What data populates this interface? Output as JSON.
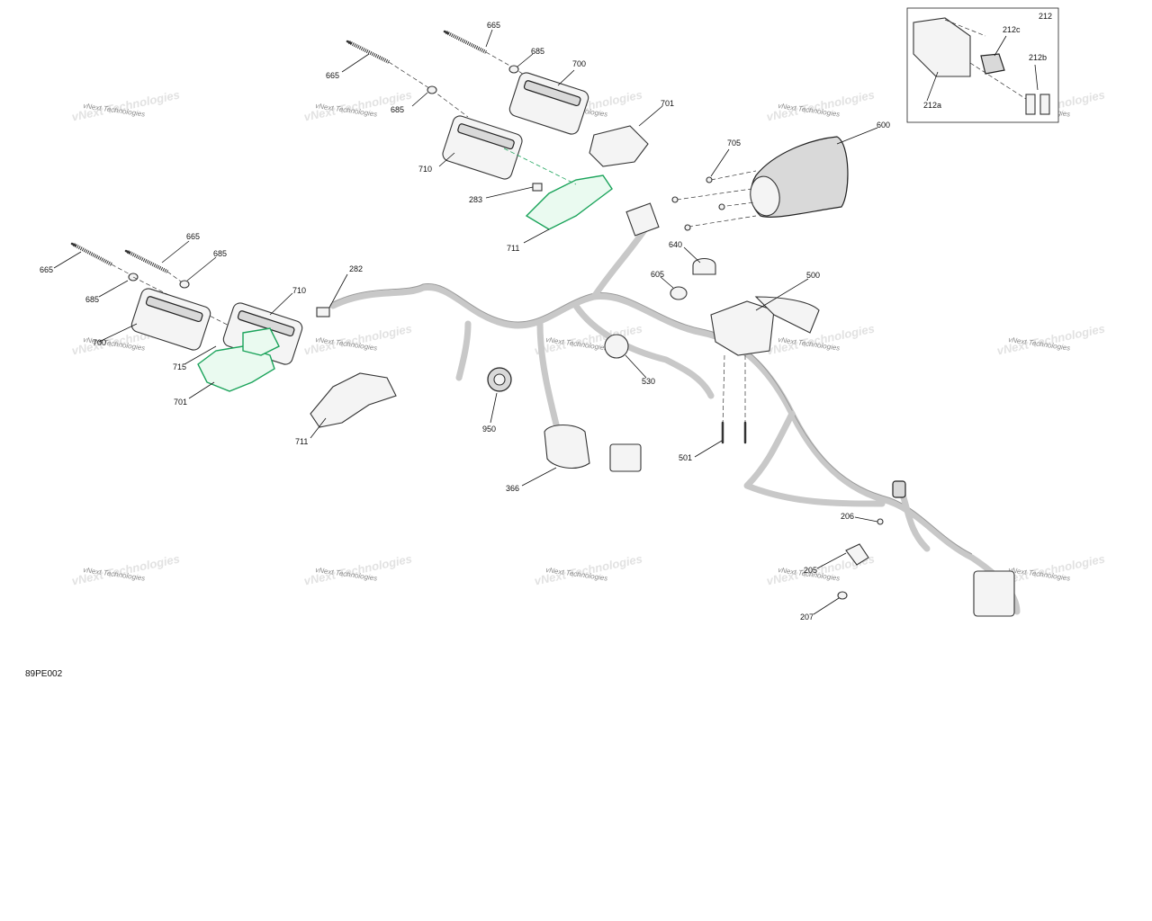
{
  "diagram": {
    "reference_code": "89PE002",
    "watermark": "vNext Technologies",
    "inset_label": "212",
    "part_labels": [
      {
        "id": "212",
        "text": "212"
      },
      {
        "id": "212c",
        "text": "212c"
      },
      {
        "id": "212b",
        "text": "212b"
      },
      {
        "id": "212a",
        "text": "212a"
      },
      {
        "id": "665a",
        "text": "665"
      },
      {
        "id": "665b",
        "text": "665"
      },
      {
        "id": "685a",
        "text": "685"
      },
      {
        "id": "685b",
        "text": "685"
      },
      {
        "id": "700a",
        "text": "700"
      },
      {
        "id": "701a",
        "text": "701"
      },
      {
        "id": "710a",
        "text": "710"
      },
      {
        "id": "283",
        "text": "283"
      },
      {
        "id": "711a",
        "text": "711"
      },
      {
        "id": "705",
        "text": "705"
      },
      {
        "id": "600",
        "text": "600"
      },
      {
        "id": "640",
        "text": "640"
      },
      {
        "id": "605",
        "text": "605"
      },
      {
        "id": "500",
        "text": "500"
      },
      {
        "id": "665c",
        "text": "665"
      },
      {
        "id": "665d",
        "text": "665"
      },
      {
        "id": "685c",
        "text": "685"
      },
      {
        "id": "685d",
        "text": "685"
      },
      {
        "id": "282",
        "text": "282"
      },
      {
        "id": "710b",
        "text": "710"
      },
      {
        "id": "700b",
        "text": "700"
      },
      {
        "id": "715",
        "text": "715"
      },
      {
        "id": "701b",
        "text": "701"
      },
      {
        "id": "711b",
        "text": "711"
      },
      {
        "id": "530",
        "text": "530"
      },
      {
        "id": "950",
        "text": "950"
      },
      {
        "id": "501",
        "text": "501"
      },
      {
        "id": "366",
        "text": "366"
      },
      {
        "id": "206",
        "text": "206"
      },
      {
        "id": "205",
        "text": "205"
      },
      {
        "id": "207",
        "text": "207"
      }
    ]
  }
}
